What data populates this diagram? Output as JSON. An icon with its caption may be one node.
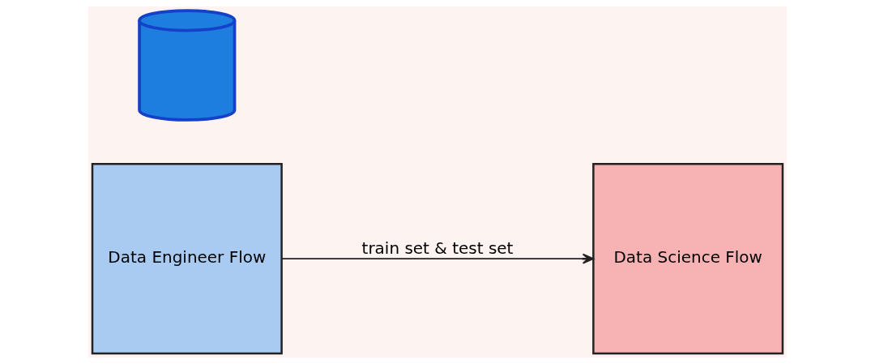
{
  "diagram": {
    "nodes": [
      {
        "text": [
          "Data Engineer Flow"
        ]
      },
      {
        "text": [],
        "shape": "cylinder"
      },
      {
        "text": [
          "Data Science Flow"
        ]
      }
    ],
    "edges": [
      {
        "from": 0,
        "to": 2,
        "arrow": "to",
        "label": "train set & test set"
      }
    ]
  }
}
